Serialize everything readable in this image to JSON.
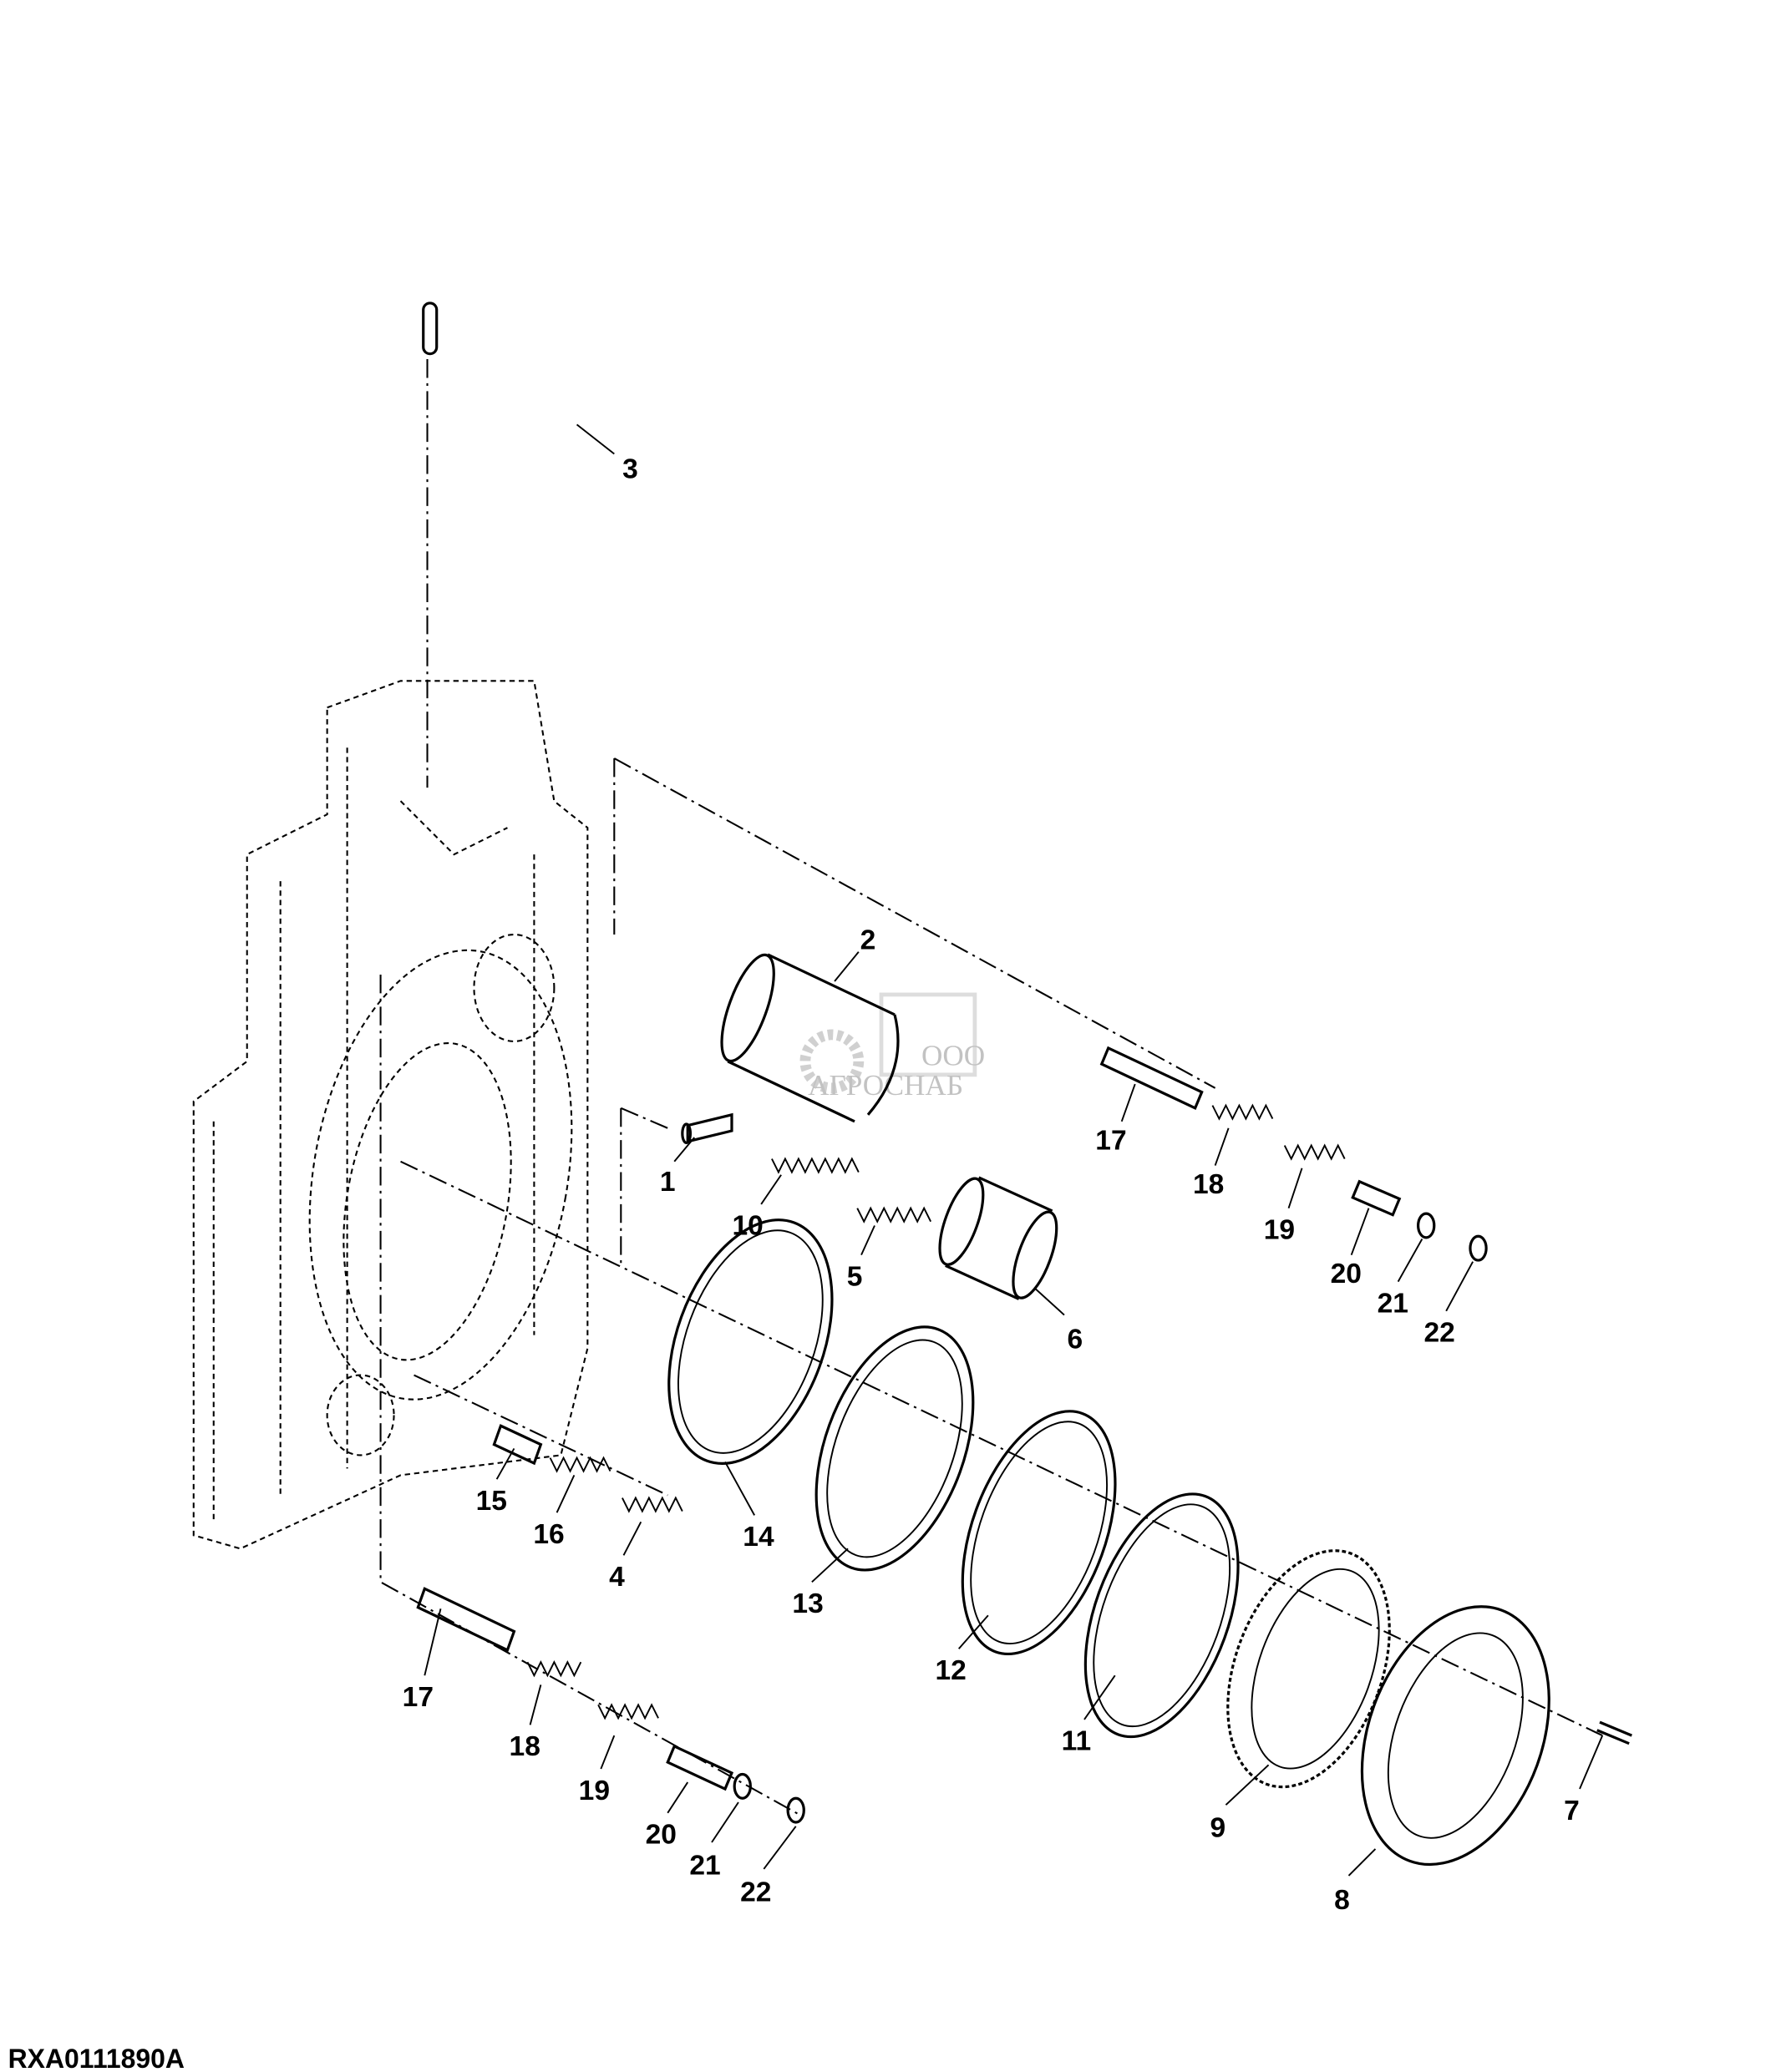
{
  "diagram": {
    "figure_id": "RXA0111890A",
    "watermark": {
      "company_prefix": "ООО",
      "company_name": "АГРОСНАБ"
    },
    "callouts": [
      "3",
      "2",
      "17",
      "18",
      "19",
      "20",
      "21",
      "22",
      "1",
      "10",
      "5",
      "6",
      "14",
      "13",
      "12",
      "11",
      "9",
      "8",
      "7",
      "15",
      "16",
      "4",
      "17",
      "18",
      "19",
      "20",
      "21",
      "22"
    ]
  }
}
